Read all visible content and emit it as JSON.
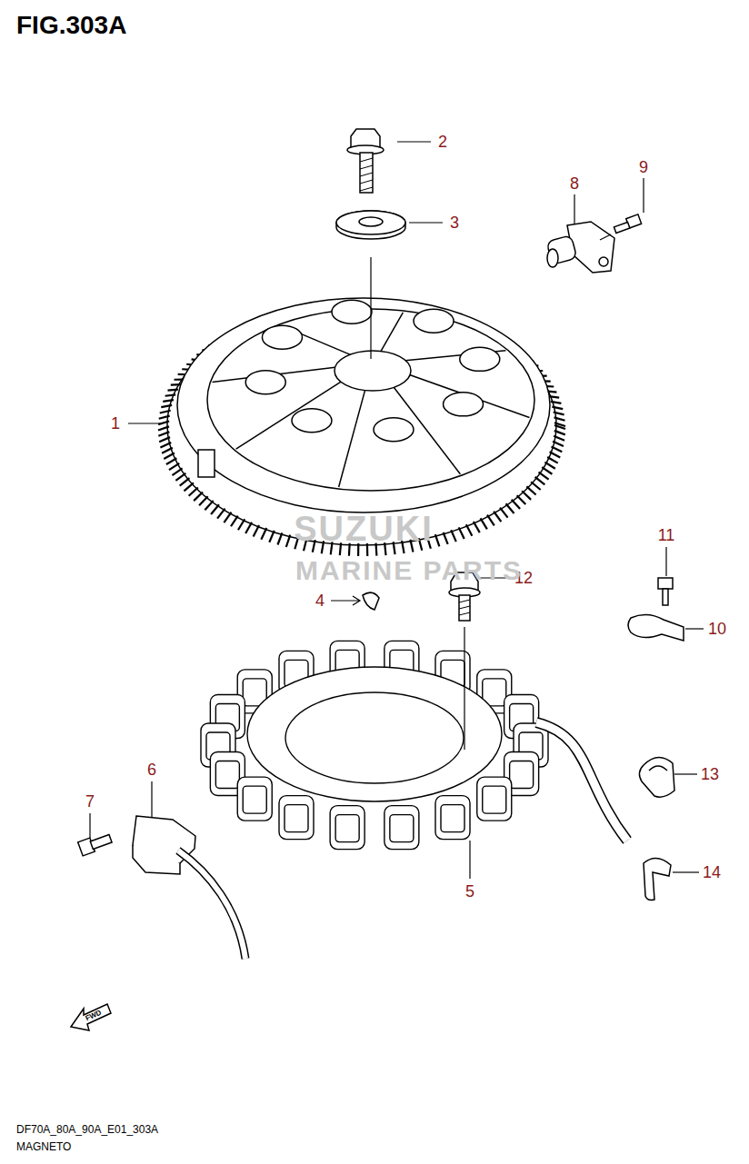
{
  "diagram": {
    "title": "FIG.303A",
    "caption": "MAGNETO",
    "labels": [
      "2",
      "3",
      "9",
      "8",
      "1",
      "11",
      "12",
      "4",
      "10",
      "6",
      "13",
      "7",
      "14",
      "5",
      "FWD",
      "SUZUKI",
      "MARINE PARTS",
      "DF70A_80A_90A_E01_303A"
    ]
  }
}
